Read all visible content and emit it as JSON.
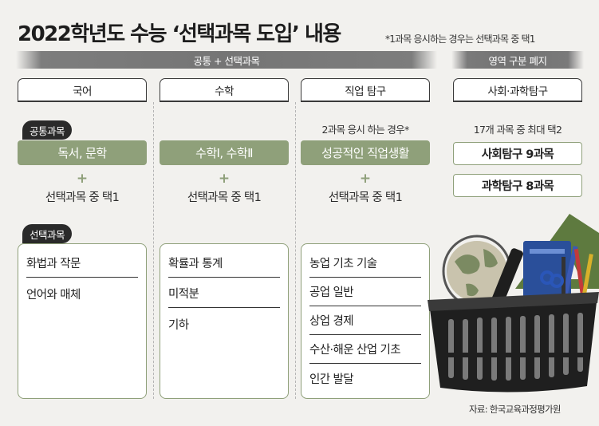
{
  "header": {
    "title": "2022학년도 수능 ‘선택과목 도입’ 내용",
    "note": "*1과목 응시하는 경우는 선택과목 중 택1"
  },
  "banners": {
    "main": "공통 + 선택과목",
    "side": "영역 구분 폐지"
  },
  "columns": [
    {
      "header": "국어",
      "common_tag": "공통과목",
      "common": "독서, 문학",
      "plus": "+",
      "choose": "선택과목 중 택1",
      "elective_tag": "선택과목",
      "electives": [
        "화법과 작문",
        "언어와 매체"
      ]
    },
    {
      "header": "수학",
      "common": "수학Ⅰ, 수학Ⅱ",
      "plus": "+",
      "choose": "선택과목 중 택1",
      "electives": [
        "확률과 통계",
        "미적분",
        "기하"
      ]
    },
    {
      "header": "직업 탐구",
      "condition": "2과목 응시 하는 경우*",
      "common": "성공적인 직업생활",
      "plus": "+",
      "choose": "선택과목 중 택1",
      "electives": [
        "농업 기초 기술",
        "공업 일반",
        "상업 경제",
        "수산·해운 산업 기초",
        "인간 발달"
      ]
    },
    {
      "header": "사회·과학탐구",
      "condition": "17개 과목 중 최대 택2",
      "subjects": [
        "사회탐구 9과목",
        "과학탐구 8과목"
      ]
    }
  ],
  "source": "자료: 한국교육과정평가원",
  "colors": {
    "background": "#f2f1ee",
    "accent_green": "#8fa07a",
    "banner_gray": "#777777",
    "tag_dark": "#2a2a2a"
  }
}
